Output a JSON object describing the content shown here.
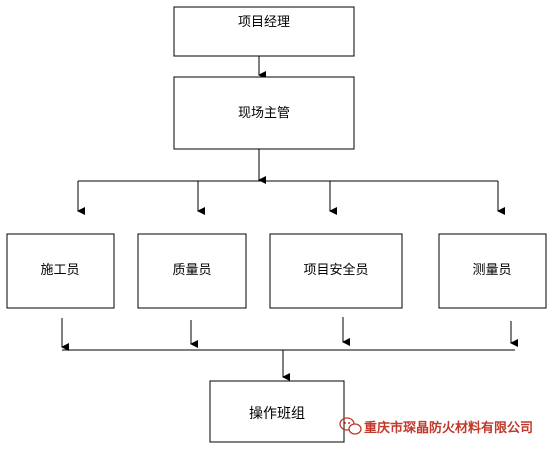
{
  "nodes": {
    "project_manager": "项目经理",
    "site_supervisor": "现场主管",
    "construction_staff": "施工员",
    "quality_staff": "质量员",
    "safety_staff": "项目安全员",
    "survey_staff": "测量员",
    "work_team": "操作班组"
  },
  "watermark": {
    "text": "重庆市琛晶防火材料有限公司",
    "color": "#c0392b"
  }
}
